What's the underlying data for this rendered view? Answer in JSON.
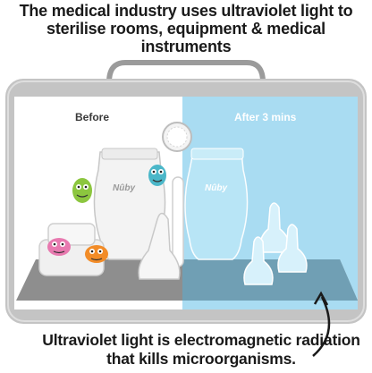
{
  "headline": "The medical industry uses ultraviolet light to sterilise rooms, equipment & medical instruments",
  "before_label": "Before",
  "after_label": "After 3 mins",
  "brand_left": "Nûby",
  "brand_right": "Nûby",
  "caption": "Ultraviolet light is electromagnetic radiation that kills microorganisms.",
  "colors": {
    "uv_blue": "#a9dcf2",
    "case_gray": "#b3b3b3",
    "tray_gray": "#8c8c8c",
    "text": "#1a1a1a"
  },
  "icons": [
    "germ-monster-icon",
    "curved-arrow-icon",
    "uv-lamp-icon"
  ]
}
